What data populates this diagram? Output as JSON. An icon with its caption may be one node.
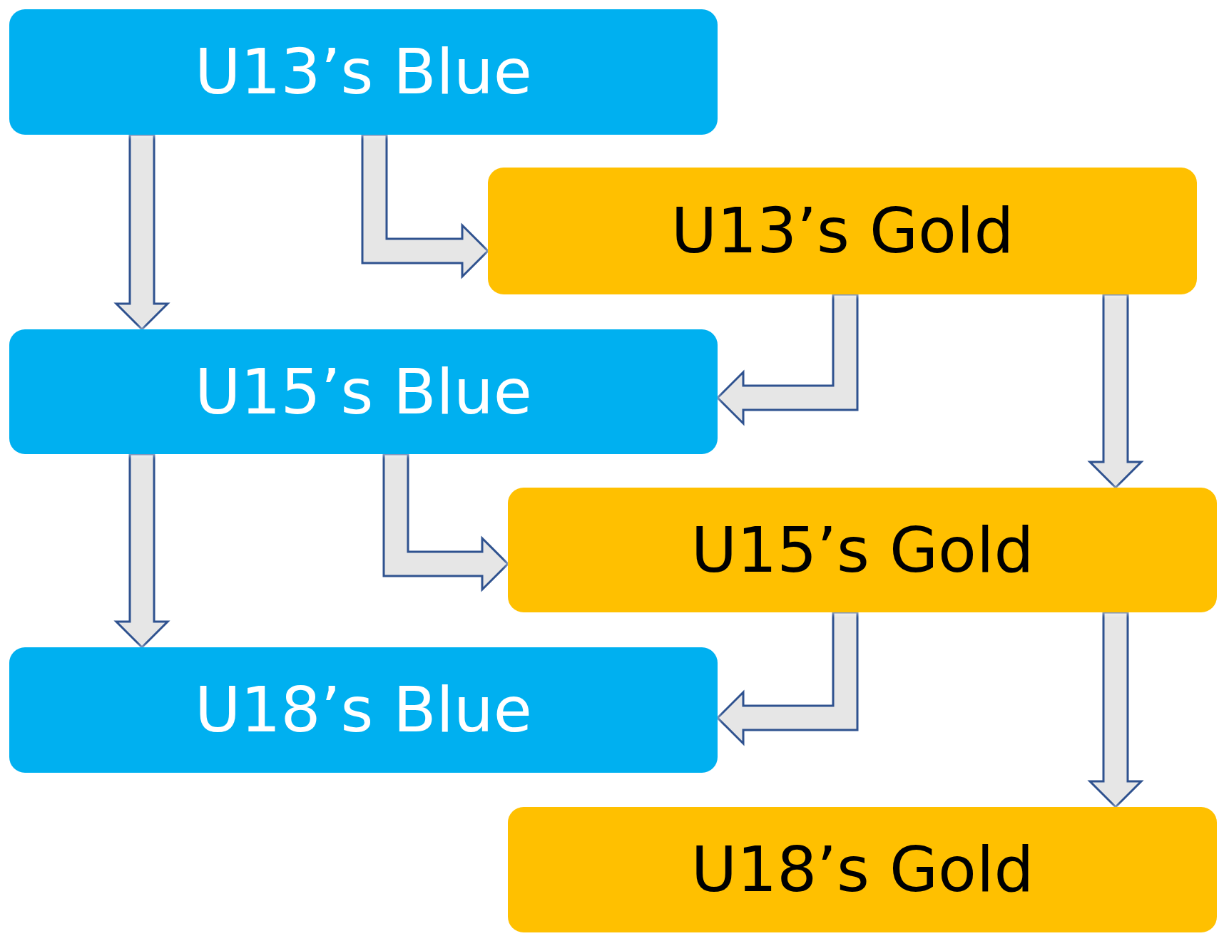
{
  "diagram": {
    "nodes": [
      {
        "text": [
          "U13’s Blue"
        ]
      },
      {
        "text": [
          "U13’s Gold"
        ]
      },
      {
        "text": [
          "U15’s Blue"
        ]
      },
      {
        "text": [
          "U15’s Gold"
        ]
      },
      {
        "text": [
          "U18’s Blue"
        ]
      },
      {
        "text": [
          "U18’s Gold"
        ]
      }
    ],
    "edges": [
      {
        "from": 0,
        "to": 2,
        "arrow": "to"
      },
      {
        "from": 0,
        "to": 1,
        "arrow": "to"
      },
      {
        "from": 1,
        "to": 2,
        "arrow": "to"
      },
      {
        "from": 1,
        "to": 3,
        "arrow": "to"
      },
      {
        "from": 2,
        "to": 4,
        "arrow": "to"
      },
      {
        "from": 2,
        "to": 3,
        "arrow": "to"
      },
      {
        "from": 3,
        "to": 4,
        "arrow": "to"
      },
      {
        "from": 3,
        "to": 5,
        "arrow": "to"
      }
    ]
  }
}
